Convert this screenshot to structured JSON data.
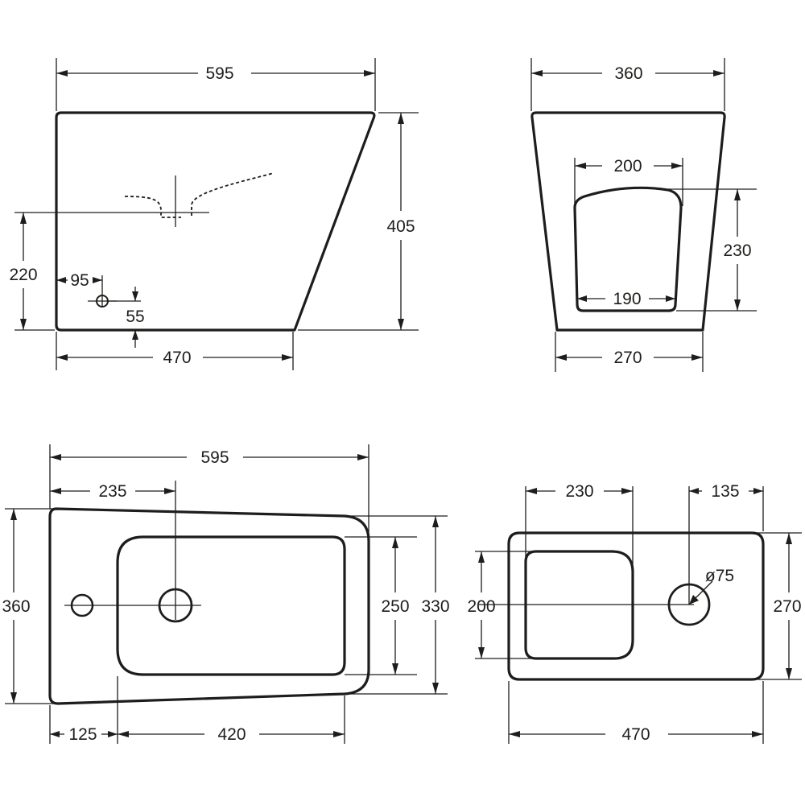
{
  "side_view": {
    "width_top": "595",
    "height": "405",
    "drain_height": "220",
    "inlet_offset_x": "95",
    "inlet_offset_y": "55",
    "width_bottom": "470"
  },
  "rear_view": {
    "width_top": "360",
    "opening_width": "200",
    "opening_height": "230",
    "opening_bottom_width": "190",
    "width_bottom": "270"
  },
  "top_view": {
    "length": "595",
    "hole_offset": "235",
    "width": "360",
    "bowl_width": "250",
    "inner_width": "330",
    "rim_offset": "125",
    "bowl_length": "420"
  },
  "bottom_view": {
    "opening_width": "230",
    "drain_offset": "135",
    "drain_diameter": "ø75",
    "opening_height": "200",
    "width": "270",
    "length": "470"
  }
}
